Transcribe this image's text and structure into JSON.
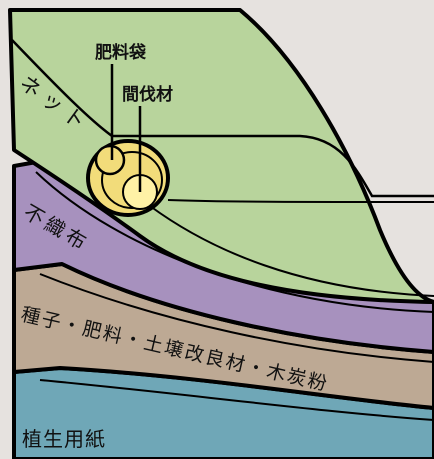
{
  "colors": {
    "background": "#e6e2df",
    "net": "#b8d49c",
    "nonwoven": "#a791be",
    "seed_layer": "#bda994",
    "base_paper": "#6fa7b7",
    "roll_fill": "#f2dc7a",
    "roll_core": "#fff2a6",
    "outline": "#000000"
  },
  "labels": {
    "net": "ネット",
    "fertilizer_bag": "肥料袋",
    "thinning_wood": "間伐材",
    "nonwoven": "不織布",
    "seed_mix": "種子・肥料・土壌改良材・木炭粉",
    "base_paper": "植生用紙"
  }
}
